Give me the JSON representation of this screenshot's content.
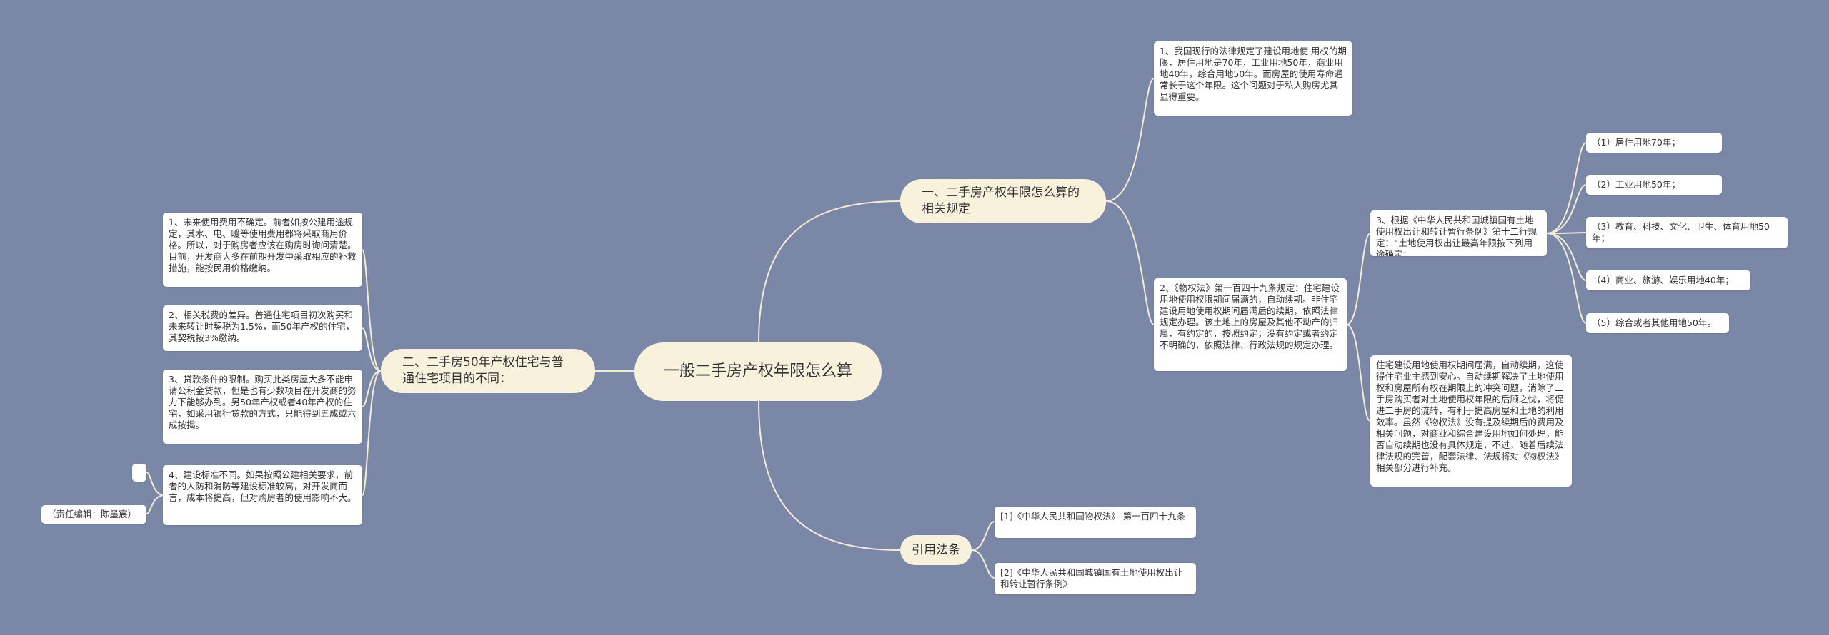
{
  "colors": {
    "background": "#7a87a6",
    "topic_fill": "#f8f1dc",
    "leaf_fill": "#ffffff",
    "connector": "#f4ecd6"
  },
  "root": {
    "label": "一般二手房产权年限怎么算"
  },
  "branches": {
    "one": {
      "label": "一、二手房产权年限怎么算的相关规定",
      "c1": "1、我国现行的法律规定了建设用地使 用权的期限，居住用地是70年，工业用地50年，商业用地40年，综合用地50年。而房屋的使用寿命通常长于这个年限。这个问题对于私人购房尤其显得重要。",
      "c2": "2、《物权法》第一百四十九条规定：住宅建设用地使用权限期间届满的，自动续期。非住宅建设用地使用权期间届满后的续期，依照法律规定办理。该土地上的房屋及其他不动产的归属，有约定的，按照约定；没有约定或者约定不明确的，依照法律、行政法规的规定办理。",
      "c3": "3、根据《中华人民共和国城镇国有土地使用权出让和转让暂行条例》第十二行规定：“土地使用权出让最高年限按下列用途确定：",
      "c3_items": [
        "（1）居住用地70年；",
        "（2）工业用地50年；",
        "（3）教育、科技、文化、卫生、体育用地50年；",
        "（4）商业、旅游、娱乐用地40年；",
        "（5）综合或者其他用地50年。"
      ],
      "c4": "住宅建设用地使用权期间届满，自动续期，这使得住宅业主感到安心。自动续期解决了土地使用权和房屋所有权在期限上的冲突问题，消除了二手房购买者对土地使用权年限的后顾之忧，将促进二手房的流转，有利于提高房屋和土地的利用效率。虽然《物权法》没有提及续期后的费用及相关问题，对商业和综合建设用地如何处理，能否自动续期也没有具体规定，不过，随着后续法律法规的完善，配套法律、法规将对《物权法》相关部分进行补充。"
    },
    "two": {
      "label": "二、二手房50年产权住宅与普通住宅项目的不同：",
      "d1": "1、未来使用费用不确定。前者如按公建用途规定，其水、电、暖等使用费用都将采取商用价格。所以，对于购房者应该在购房时询问清楚。目前，开发商大多在前期开发中采取相应的补救措施，能按民用价格缴纳。",
      "d2": "2、相关税费的差异。普通住宅项目初次购买和未来转让时契税为1.5%，而50年产权的住宅，其契税按3%缴纳。",
      "d3": "3、贷款条件的限制。购买此类房屋大多不能申请公积金贷款，但是也有少数项目在开发商的努力下能够办到。另50年产权或者40年产权的住宅，如采用银行贷款的方式，只能得到五成或六成按揭。",
      "d4": "4、建设标准不同。如果按照公建相关要求，前者的人防和消防等建设标准较高，对开发商而言，成本将提高，但对购房者的使用影响不大。",
      "d4_blank": "",
      "d4_editor": "（责任编辑：陈墨宸）"
    },
    "three": {
      "label": "引用法条",
      "r1": "[1]《中华人民共和国物权法》 第一百四十九条",
      "r2": "[2]《中华人民共和国城镇国有土地使用权出让和转让暂行条例》"
    }
  }
}
